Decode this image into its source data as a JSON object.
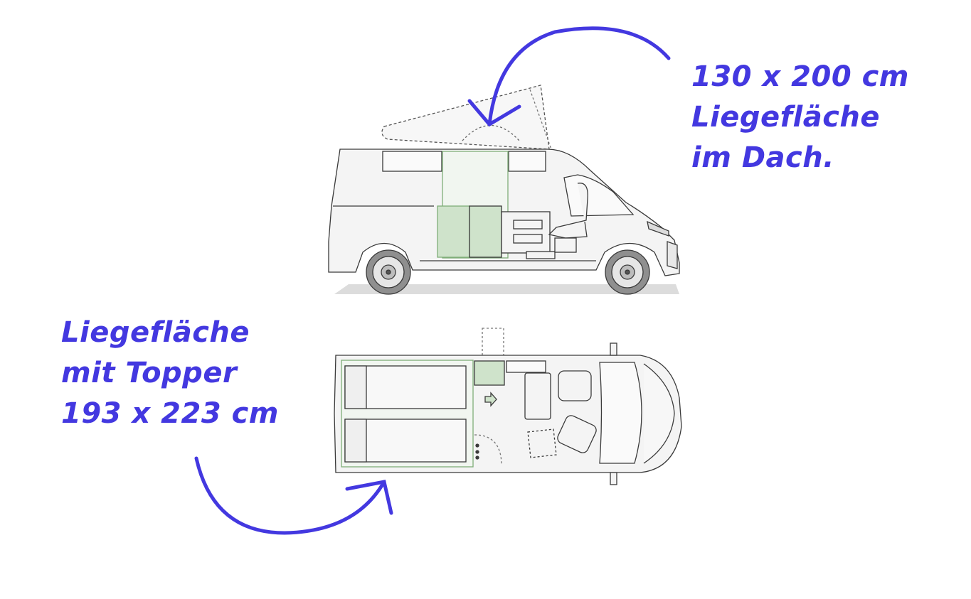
{
  "annotations": {
    "roof_bed": {
      "lines": [
        "130 x 200 cm",
        "Liegefläche",
        "im Dach."
      ]
    },
    "floor_bed": {
      "lines": [
        "Liegefläche",
        "mit Topper",
        "193 x 223 cm"
      ]
    }
  },
  "colors": {
    "accent": "#4338e0",
    "outline": "#3a3a3a",
    "body_fill": "#f4f4f4",
    "furniture_green": "#cfe3cb",
    "green_line": "#7fae78",
    "ground": "#d9d9d9"
  }
}
